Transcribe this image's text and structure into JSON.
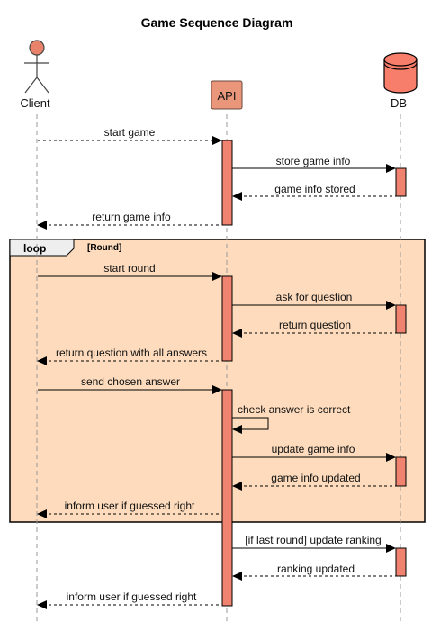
{
  "title": "Game Sequence Diagram",
  "participants": {
    "client": {
      "label": "Client"
    },
    "api": {
      "label": "API"
    },
    "db": {
      "label": "DB"
    }
  },
  "loop": {
    "keyword": "loop",
    "guard": "[Round]"
  },
  "messages": [
    {
      "text": "start game",
      "from": "client",
      "to": "api",
      "style": "dashed"
    },
    {
      "text": "store game info",
      "from": "api",
      "to": "db",
      "style": "solid"
    },
    {
      "text": "game info stored",
      "from": "db",
      "to": "api",
      "style": "dashed"
    },
    {
      "text": "return game info",
      "from": "api",
      "to": "client",
      "style": "dashed"
    },
    {
      "text": "start round",
      "from": "client",
      "to": "api",
      "style": "solid"
    },
    {
      "text": "ask for question",
      "from": "api",
      "to": "db",
      "style": "solid"
    },
    {
      "text": "return question",
      "from": "db",
      "to": "api",
      "style": "dashed"
    },
    {
      "text": "return question with all answers",
      "from": "api",
      "to": "client",
      "style": "dashed"
    },
    {
      "text": "send chosen answer",
      "from": "client",
      "to": "api",
      "style": "solid"
    },
    {
      "text": "check answer is correct",
      "from": "api",
      "to": "api",
      "style": "solid"
    },
    {
      "text": "update game info",
      "from": "api",
      "to": "db",
      "style": "solid"
    },
    {
      "text": "game info updated",
      "from": "db",
      "to": "api",
      "style": "dashed"
    },
    {
      "text": "inform user if guessed right",
      "from": "api",
      "to": "client",
      "style": "dashed"
    },
    {
      "text": "[if last round] update ranking",
      "from": "api",
      "to": "db",
      "style": "solid"
    },
    {
      "text": "ranking updated",
      "from": "db",
      "to": "api",
      "style": "dashed"
    },
    {
      "text": "inform user if guessed right",
      "from": "api",
      "to": "client",
      "style": "dashed"
    }
  ],
  "colors": {
    "actor_fill": "#E8826B",
    "api_fill": "#E9967A",
    "db_fill": "#F87E6C",
    "activation_fill": "#F08270",
    "loop_fill": "#FDDBBC",
    "lifeline": "#999999"
  }
}
